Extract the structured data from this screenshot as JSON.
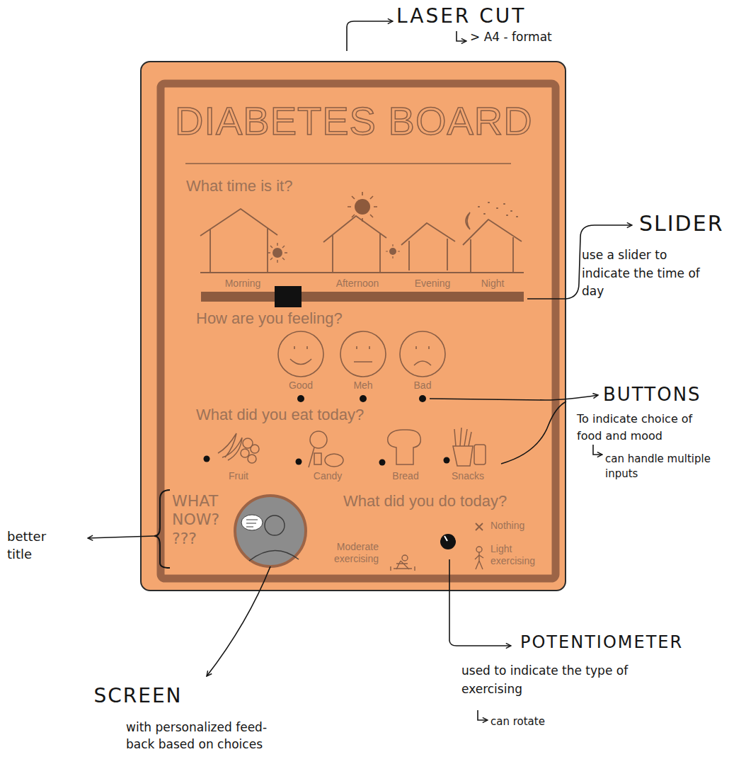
{
  "diagram": {
    "nodes": [
      {
        "text": [
          "DIABETES BOARD"
        ]
      }
    ],
    "labels": [
      "LASER CUT",
      "> A4 - format",
      "What time is it?",
      "Morning",
      "Afternoon",
      "Evening",
      "Night",
      "How are you feeling?",
      "Good",
      "Meh",
      "Bad",
      "What did you eat today?",
      "Fruit",
      "Candy",
      "Bread",
      "Snacks",
      "WHAT NOW? ???",
      "What did you do today?",
      "Nothing",
      "Light exercising",
      "Moderate exercising",
      "SLIDER",
      "use a slider to indicate the time of day",
      "BUTTONS",
      "To indicate choice of food and mood",
      "can handle multiple inputs",
      "better title",
      "SCREEN",
      "with personalized feed- back based on choices",
      "POTENTIOMETER",
      "used to indicate the type of exercising",
      "can rotate"
    ]
  }
}
